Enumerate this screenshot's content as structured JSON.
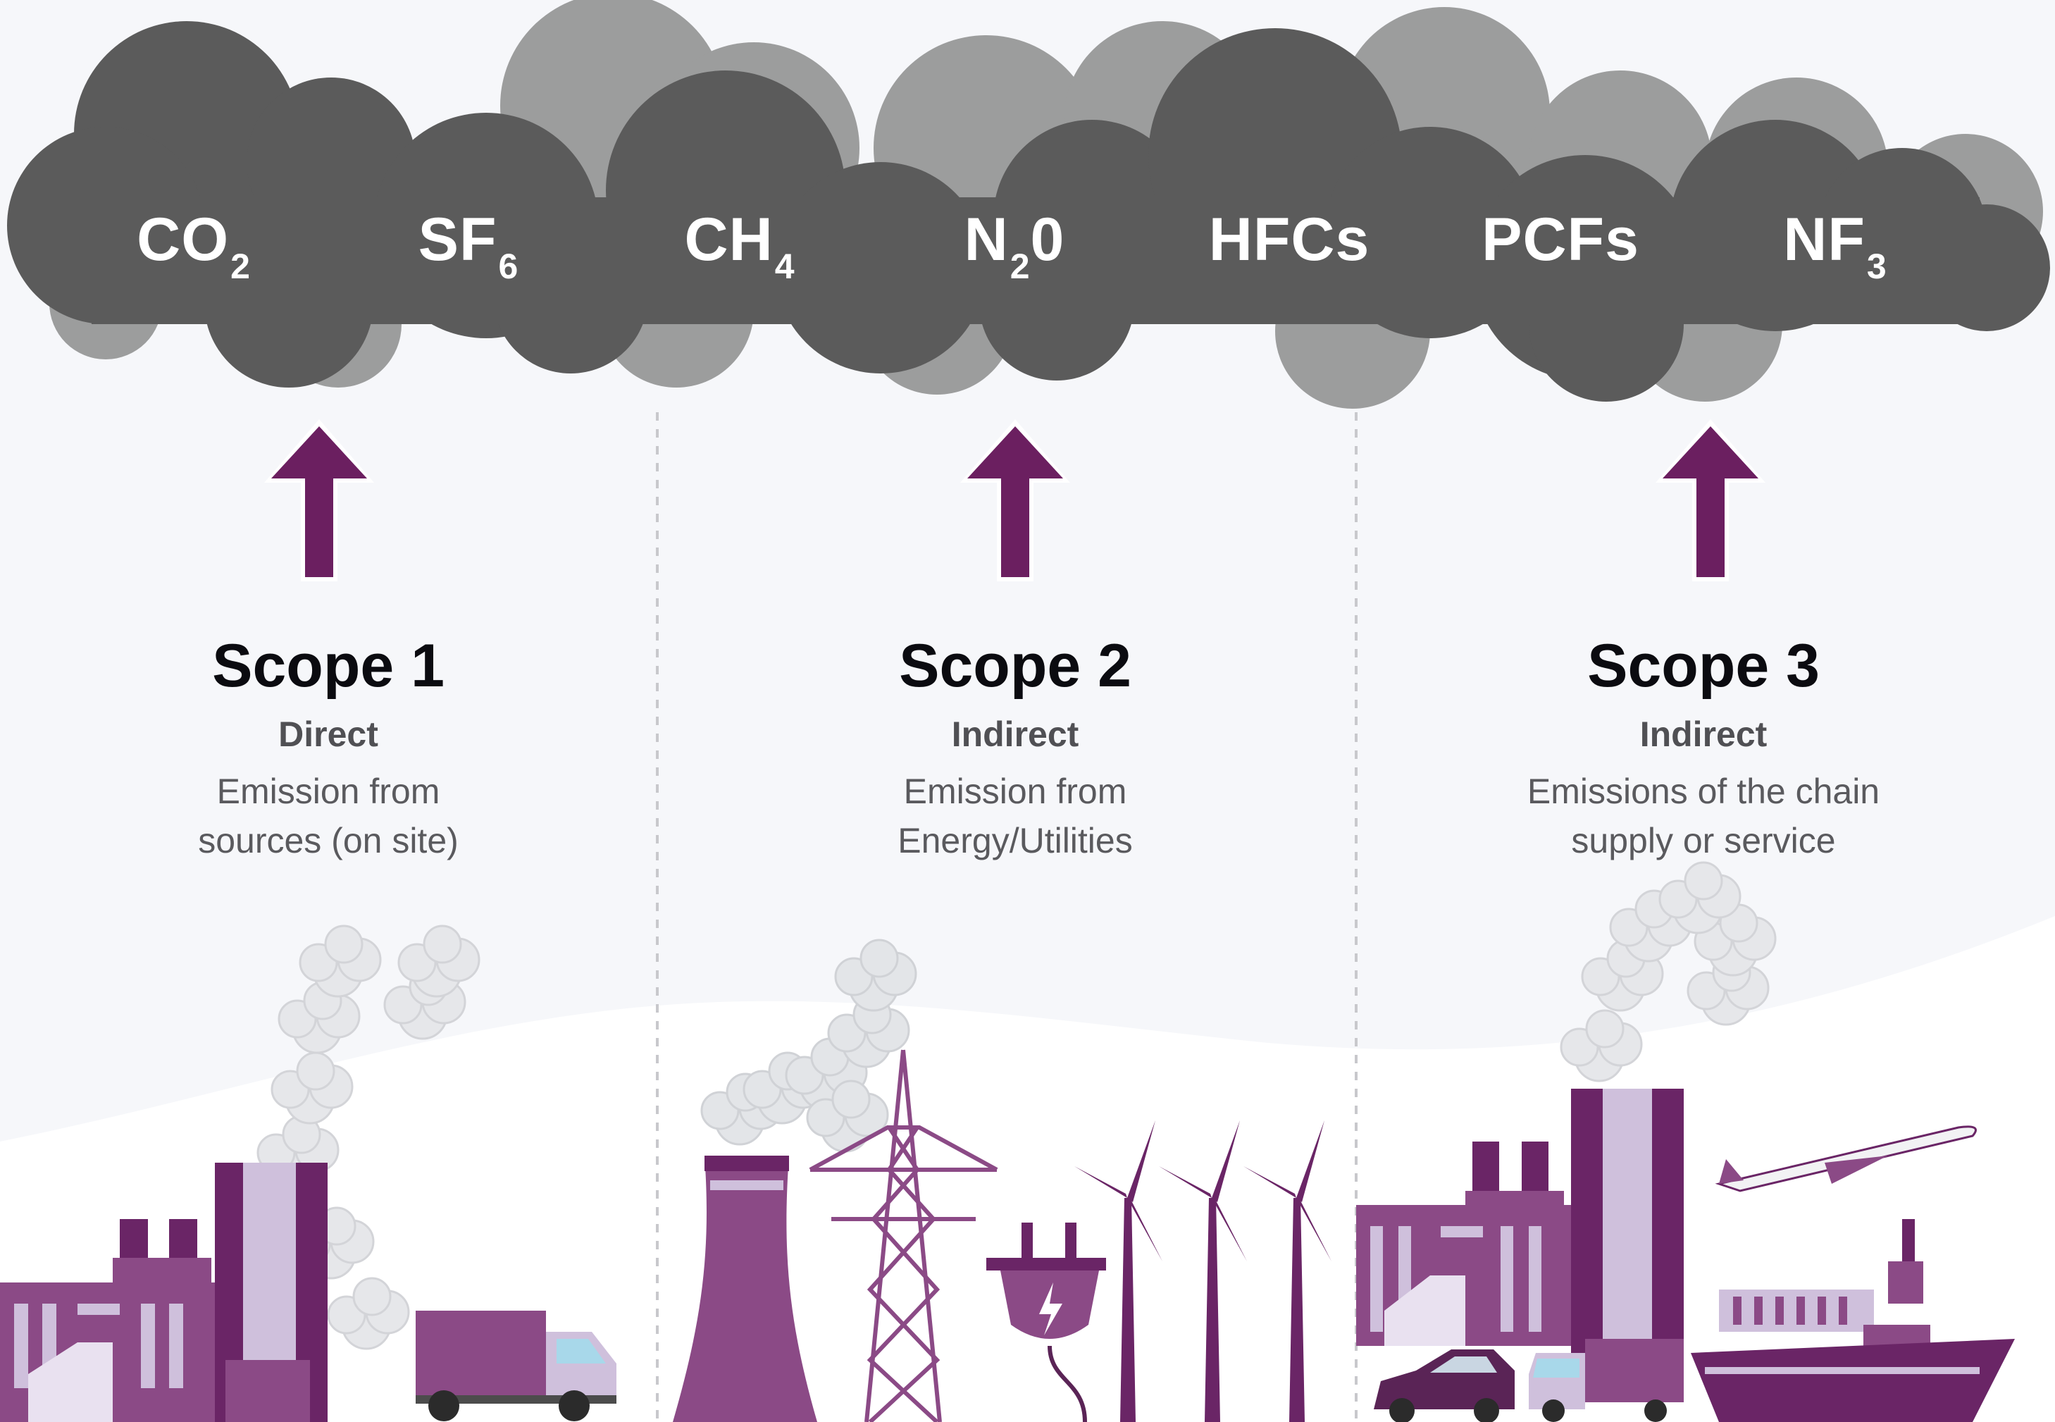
{
  "gases": [
    {
      "base": "CO",
      "sub": "2"
    },
    {
      "base": "SF",
      "sub": "6"
    },
    {
      "base": "CH",
      "sub": "4"
    },
    {
      "base": "N",
      "sub": "2",
      "suffix": "0"
    },
    {
      "base": "HFCs",
      "sub": ""
    },
    {
      "base": "PCFs",
      "sub": ""
    },
    {
      "base": "NF",
      "sub": "3"
    }
  ],
  "scopes": [
    {
      "title": "Scope 1",
      "type": "Direct",
      "desc": "Emission from\nsources (on site)"
    },
    {
      "title": "Scope 2",
      "type": "Indirect",
      "desc": "Emission from\nEnergy/Utilities"
    },
    {
      "title": "Scope 3",
      "type": "Indirect",
      "desc": "Emissions of the chain\nsupply or service"
    }
  ],
  "colors": {
    "cloud_dark": "#5b5b5b",
    "cloud_light": "#9c9d9d",
    "arrow": "#6b1f60",
    "purple_dark": "#6a2566",
    "purple_mid": "#8b4a86",
    "lavender": "#cfc0dc",
    "smoke": "#e6e7ea"
  },
  "icons": [
    "arrow-up-icon",
    "factory-icon",
    "truck-icon",
    "cooling-tower-icon",
    "power-pylon-icon",
    "plug-icon",
    "wind-turbine-icon",
    "car-icon",
    "airplane-icon",
    "cargo-ship-icon"
  ]
}
